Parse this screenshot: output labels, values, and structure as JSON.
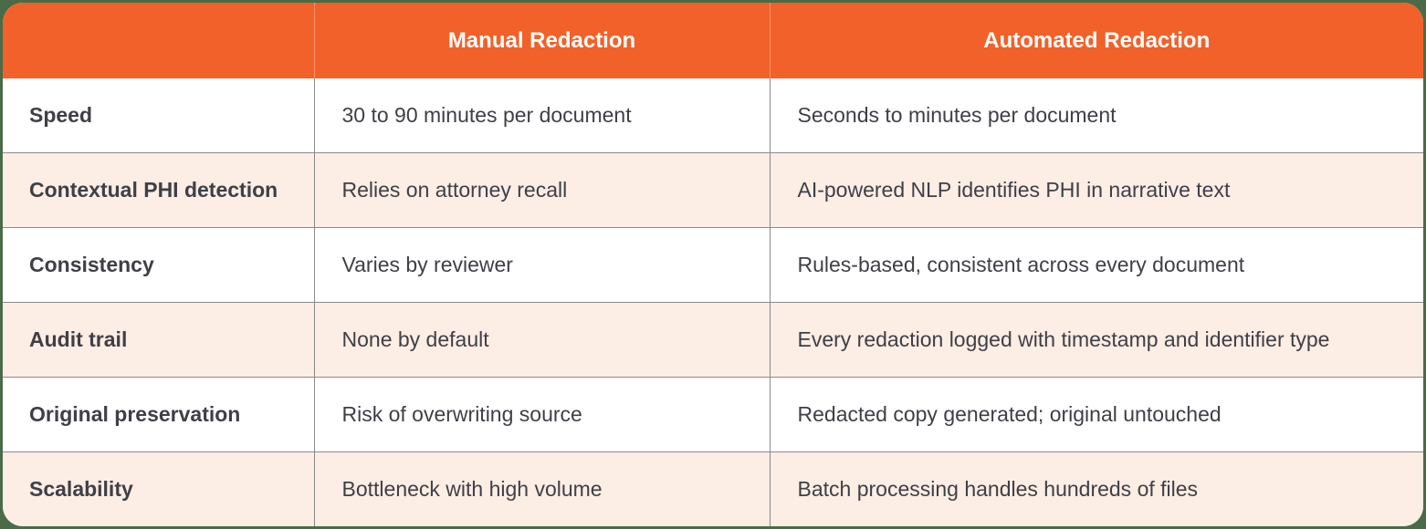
{
  "colors": {
    "header_bg": "#f26129",
    "header_text": "#ffffff",
    "alt_row_bg": "#fcede5",
    "row_bg": "#ffffff",
    "text": "#3f3f46",
    "border": "#8a8a8a",
    "page_bg": "#4b6b48"
  },
  "table": {
    "headers": [
      "",
      "Manual Redaction",
      "Automated Redaction"
    ],
    "rows": [
      {
        "feature": "Speed",
        "manual": "30 to 90 minutes per document",
        "automated": "Seconds to minutes per document"
      },
      {
        "feature": "Contextual PHI detection",
        "manual": "Relies on attorney recall",
        "automated": "AI-powered NLP identifies PHI in narrative text"
      },
      {
        "feature": "Consistency",
        "manual": "Varies by reviewer",
        "automated": "Rules-based, consistent across every document"
      },
      {
        "feature": "Audit trail",
        "manual": "None by default",
        "automated": "Every redaction logged with timestamp and identifier type"
      },
      {
        "feature": "Original preservation",
        "manual": "Risk of overwriting source",
        "automated": "Redacted copy generated; original untouched"
      },
      {
        "feature": "Scalability",
        "manual": "Bottleneck with high volume",
        "automated": "Batch processing handles hundreds of files"
      }
    ]
  }
}
